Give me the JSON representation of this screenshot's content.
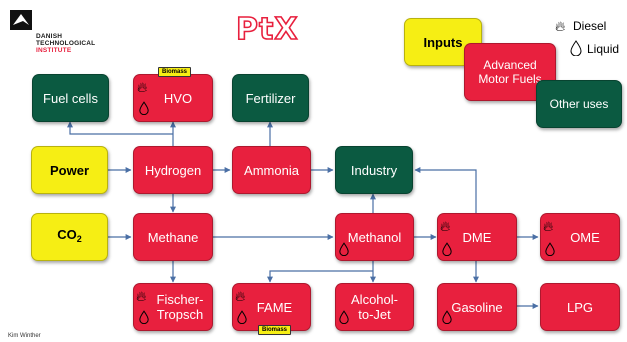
{
  "header": {
    "logo_line1": "DANISH",
    "logo_line2": "TECHNOLOGICAL",
    "logo_line3": "INSTITUTE",
    "title": "PtX"
  },
  "legend": {
    "inputs_label": "Inputs",
    "diesel_label": "Diesel",
    "liquid_label": "Liquid",
    "advanced_label": "Advanced Motor Fuels",
    "other_label": "Other uses"
  },
  "nodes": {
    "fuel_cells": "Fuel cells",
    "hvo": "HVO",
    "fertilizer": "Fertilizer",
    "power": "Power",
    "hydrogen": "Hydrogen",
    "ammonia": "Ammonia",
    "industry": "Industry",
    "co2_main": "CO",
    "co2_sub": "2",
    "methane": "Methane",
    "methanol": "Methanol",
    "dme": "DME",
    "ome": "OME",
    "fischer_tropsch": "Fischer-Tropsch",
    "fame": "FAME",
    "alcohol_to_jet": "Alcohol-to-Jet",
    "gasoline": "Gasoline",
    "lpg": "LPG"
  },
  "tags": {
    "biomass_top": "Biomass",
    "biomass_bottom": "Biomass"
  },
  "footer": {
    "author": "Kim Winther"
  },
  "icons": {
    "diesel": "flame-icon",
    "liquid": "droplet-icon"
  },
  "colors": {
    "red": "#E8203E",
    "green": "#0B5A41",
    "yellow": "#F6EE14",
    "arrow": "#4A6FA5"
  }
}
